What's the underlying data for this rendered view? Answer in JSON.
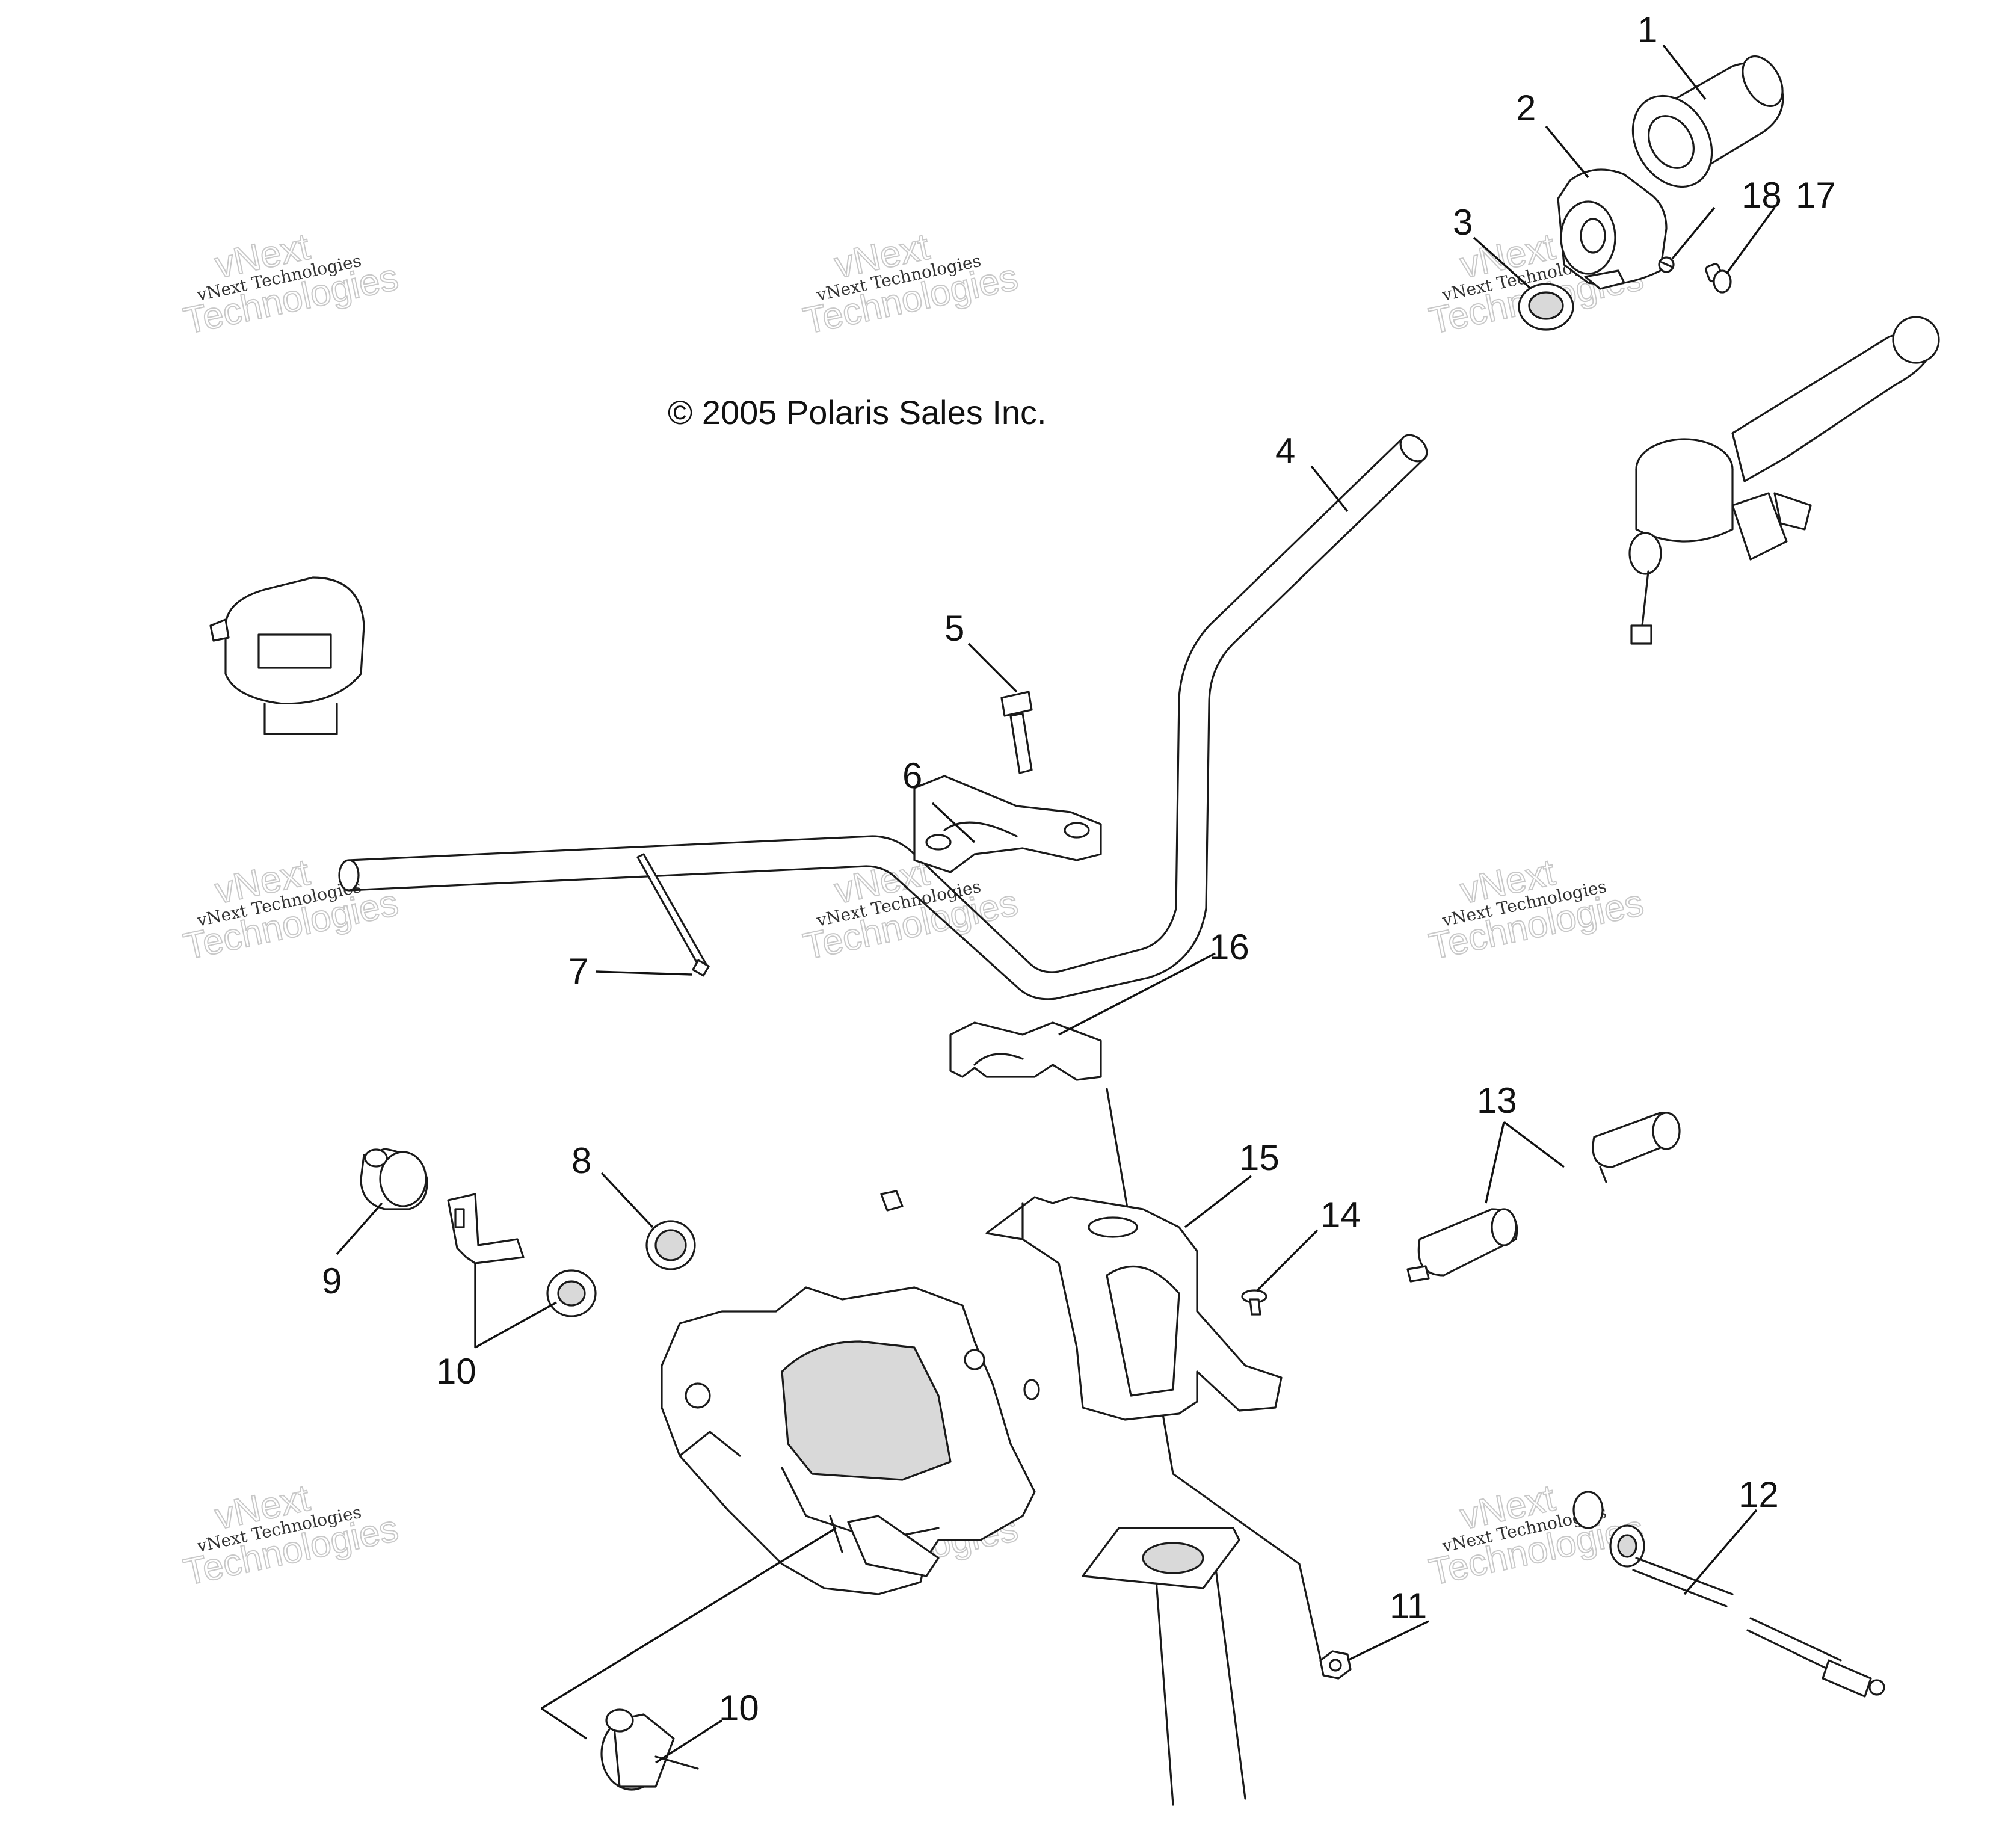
{
  "copyright": "© 2005 Polaris Sales Inc.",
  "watermark": {
    "line1": "vNext",
    "line2": "vNext Technologies",
    "line3": "Technologies"
  },
  "callouts": {
    "c1": "1",
    "c2": "2",
    "c3": "3",
    "c4": "4",
    "c5": "5",
    "c6": "6",
    "c7": "7",
    "c8": "8",
    "c9": "9",
    "c10a": "10",
    "c10b": "10",
    "c11": "11",
    "c12": "12",
    "c13": "13",
    "c14": "14",
    "c15": "15",
    "c16": "16",
    "c17": "17",
    "c18": "18"
  }
}
